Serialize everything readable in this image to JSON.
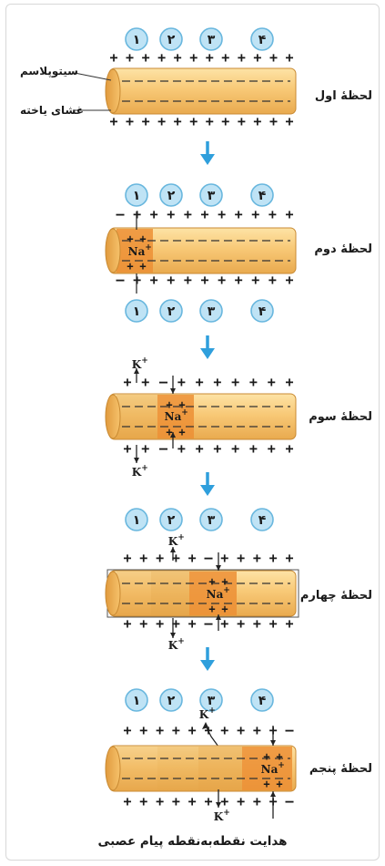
{
  "title": "هدایت نقطه‌به‌نقطه پیام عصبی",
  "part_labels": {
    "cytoplasm": "سیتوپلاسم",
    "membrane": "غشای یاخته"
  },
  "stages": [
    {
      "label": "لحظهٔ اول"
    },
    {
      "label": "لحظهٔ دوم"
    },
    {
      "label": "لحظهٔ سوم"
    },
    {
      "label": "لحظهٔ چهارم"
    },
    {
      "label": "لحظهٔ پنجم"
    }
  ],
  "point_numbers": [
    "۱",
    "۲",
    "۳",
    "۴"
  ],
  "ions": {
    "sodium": "Na",
    "potassium": "K",
    "charge_sign": "+"
  },
  "colors": {
    "axon_light": "#fde3a6",
    "axon_mid": "#f7c56e",
    "axon_dark": "#e3a042",
    "active_zone": "#ec8f35",
    "circle_fill": "#bfe3f5",
    "circle_stroke": "#69b7de",
    "arrow": "#2f9fdc",
    "text": "#1a1a1a"
  }
}
